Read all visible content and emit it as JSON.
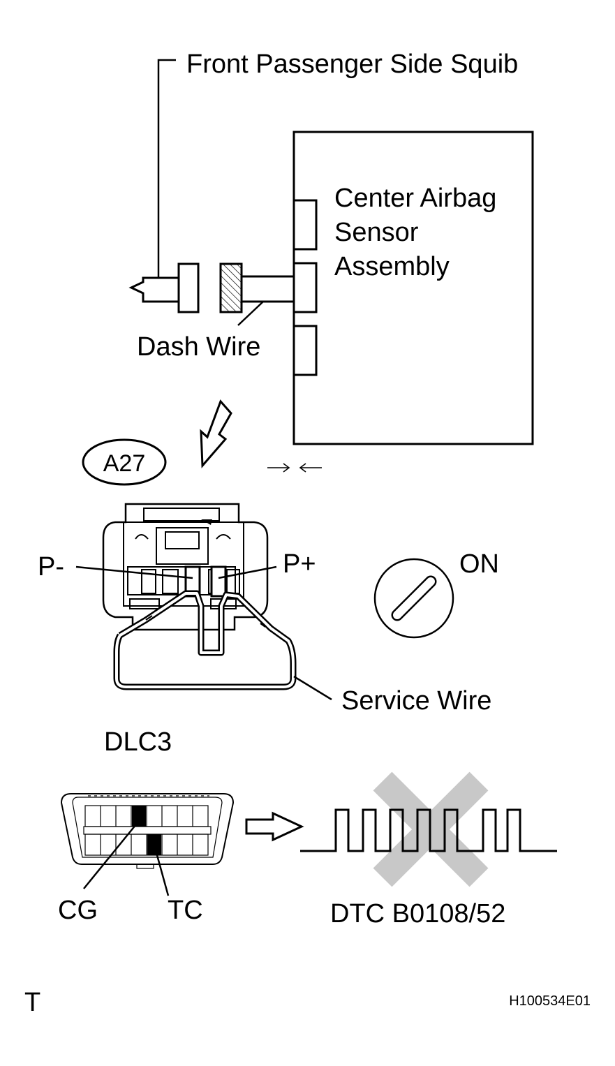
{
  "labels": {
    "squib": "Front Passenger Side Squib",
    "ecu_line1": "Center Airbag",
    "ecu_line2": "Sensor",
    "ecu_line3": "Assembly",
    "dash_wire": "Dash Wire",
    "connector_id": "A27",
    "pin_minus": "P-",
    "pin_plus": "P+",
    "ignition_state": "ON",
    "service_wire": "Service Wire",
    "dlc": "DLC3",
    "cg": "CG",
    "tc": "TC",
    "dtc": "DTC B0108/52",
    "corner_mark": "T",
    "figure_code": "H100534E01"
  },
  "icons": {
    "drop_arrow": "down-left-arrow-icon",
    "direction_arrows": "converge-arrows-icon",
    "ignition": "ignition-switch-icon",
    "flow_arrow": "right-arrow-icon",
    "prohibited": "gray-x-icon"
  },
  "colors": {
    "line": "#000000",
    "prohibited_x": "#c8c8c8"
  }
}
